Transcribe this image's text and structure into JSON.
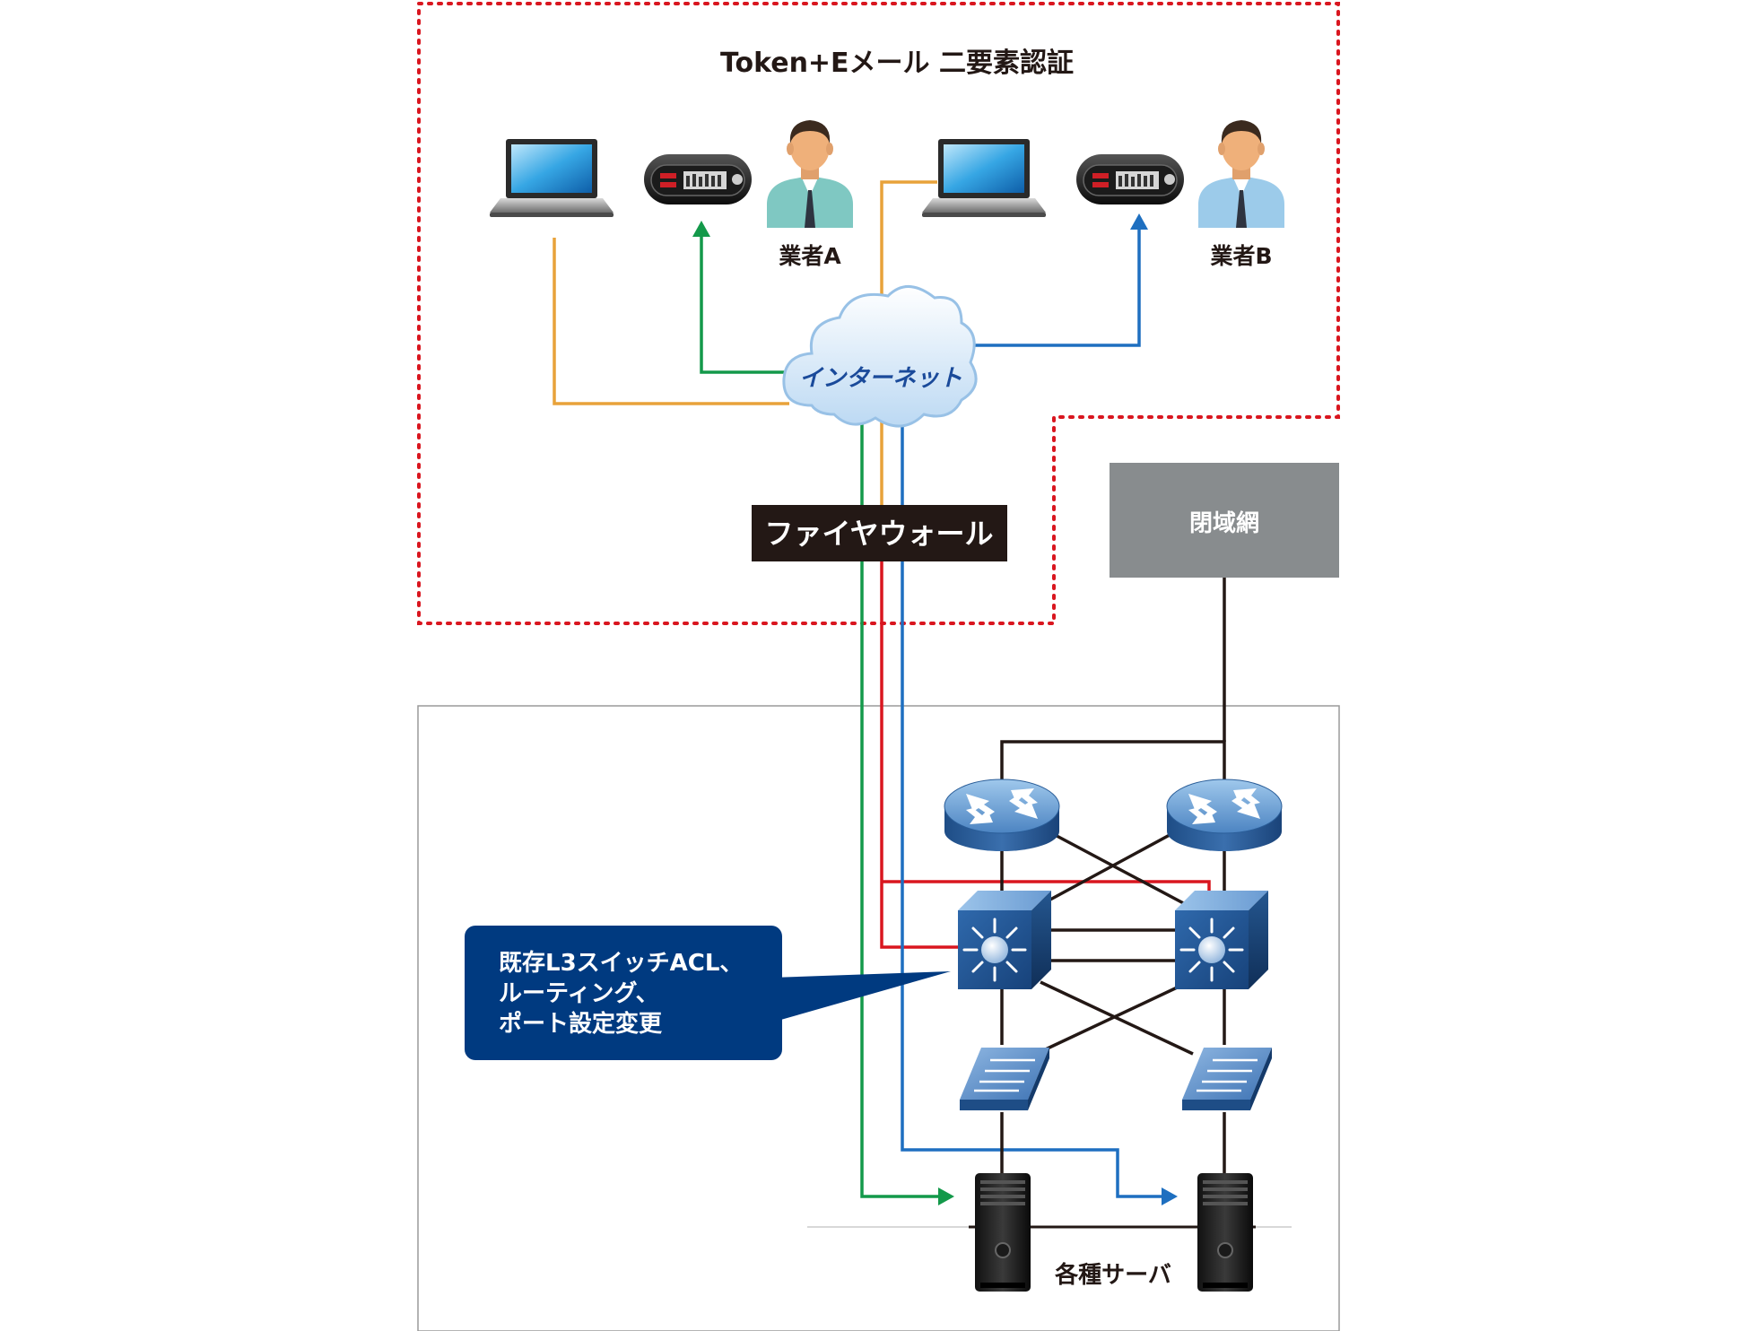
{
  "title": "Token+Eメール 二要素認証",
  "vendors": [
    {
      "label": "業者A"
    },
    {
      "label": "業者B"
    }
  ],
  "cloud_label": "インターネット",
  "firewall_label": "ファイヤウォール",
  "closed_network_label": "閉域網",
  "callout": {
    "line1": "既存L3スイッチACL、",
    "line2": "ルーティング、",
    "line3": "ポート設定変更"
  },
  "servers_label": "各種サーバ",
  "colors": {
    "orange": "#E8A23A",
    "green": "#13994A",
    "blue": "#1E6FC0",
    "red": "#D9161F",
    "black": "#231815",
    "dotted_border": "#D9161F",
    "firewall_bg": "#231815",
    "closed_bg": "#888C8E",
    "callout_bg": "#003A80",
    "cloud_text": "#1A4A9A"
  },
  "icons": {
    "laptop": "laptop-icon",
    "token": "token-device-icon",
    "person": "person-icon",
    "cloud": "cloud-icon",
    "router": "router-icon",
    "l3switch": "l3-switch-icon",
    "l2switch": "l2-switch-icon",
    "server": "server-icon"
  }
}
